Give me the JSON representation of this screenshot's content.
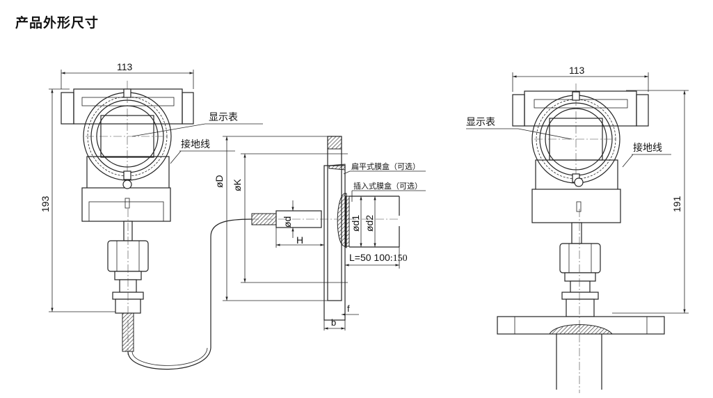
{
  "title": "产品外形尺寸",
  "left_view": {
    "width_dim": "113",
    "height_dim": "193",
    "label_display": "显示表",
    "label_ground": "接地线"
  },
  "flange_view": {
    "dim_D": "øD",
    "dim_K": "øK",
    "dim_d": "ød",
    "dim_H": "H",
    "dim_d1": "ød1",
    "dim_d2": "ød2",
    "dim_L": "L=50 100",
    "dim_L_extra": ":150",
    "dim_b": "b",
    "dim_f": "f",
    "label_flat_capsule": "扁平式膜盒（可选）",
    "label_insert_capsule": "插入式膜盒（可选）"
  },
  "right_view": {
    "width_dim": "113",
    "height_dim": "191",
    "label_display": "显示表",
    "label_ground": "接地线"
  }
}
